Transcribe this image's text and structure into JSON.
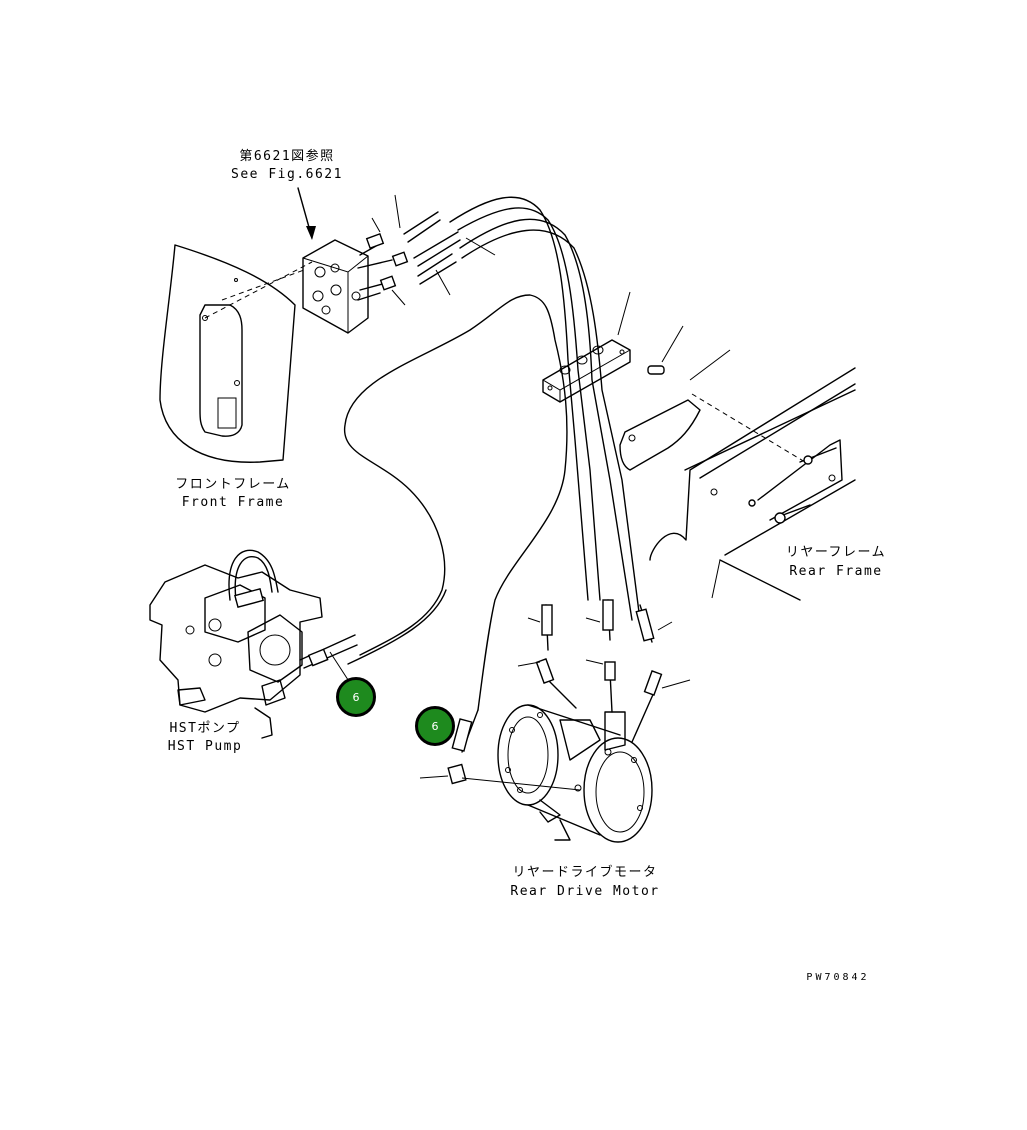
{
  "labels": {
    "see_fig_jp": "第6621図参照",
    "see_fig_en": "See Fig.6621",
    "front_frame_jp": "フロントフレーム",
    "front_frame_en": "Front Frame",
    "rear_frame_jp": "リヤーフレーム",
    "rear_frame_en": "Rear Frame",
    "hst_pump_jp": "HSTポンプ",
    "hst_pump_en": "HST Pump",
    "rear_drive_motor_jp": "リヤードライブモータ",
    "rear_drive_motor_en": "Rear Drive Motor",
    "drawing_number": "PW70842"
  },
  "callouts": [
    {
      "number": "6"
    },
    {
      "number": "6"
    }
  ],
  "colors": {
    "callout_fill": "#1e8a1e",
    "line": "#000000",
    "background": "#ffffff"
  }
}
